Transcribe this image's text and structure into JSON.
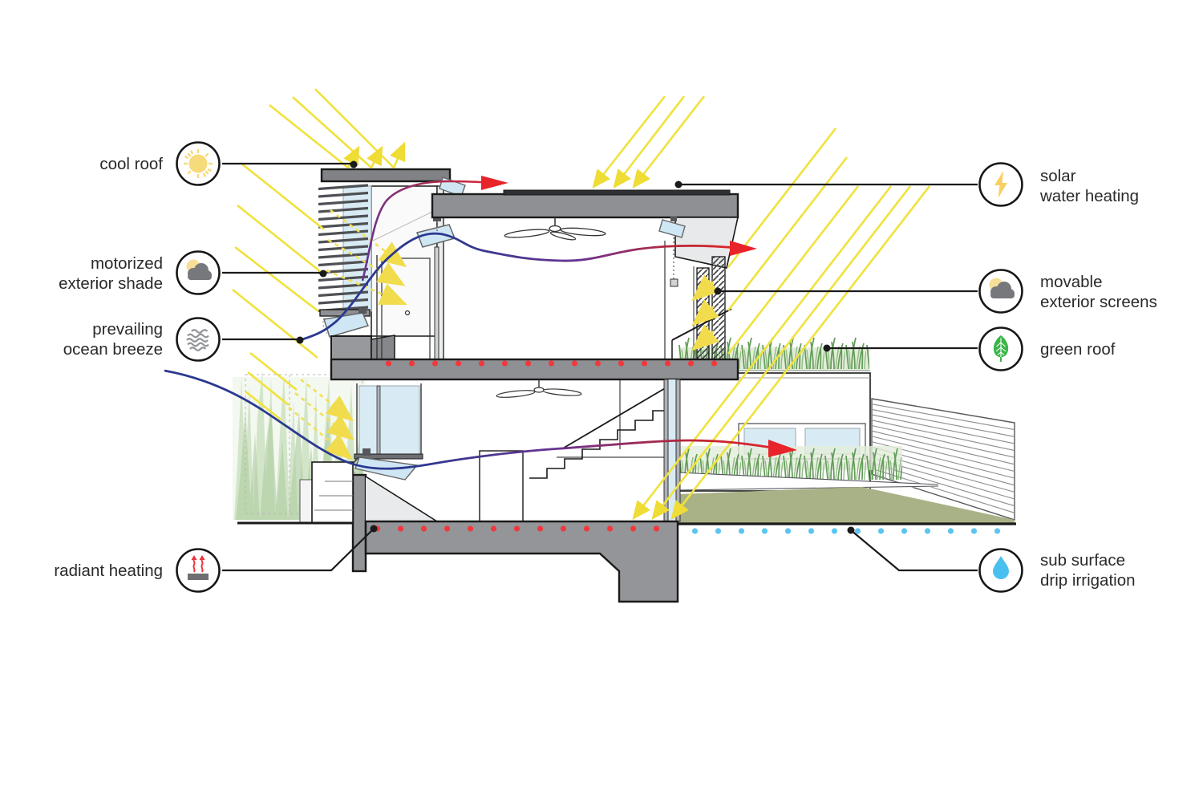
{
  "diagram": {
    "type": "architectural-section-sustainability-diagram",
    "background": "#FFFFFF",
    "callouts_left": [
      {
        "id": "cool-roof",
        "icon": "sun-icon",
        "lines": [
          "cool roof"
        ]
      },
      {
        "id": "motorized-exterior-shade",
        "icon": "sun-behind-cloud-icon",
        "lines": [
          "motorized",
          "exterior shade"
        ]
      },
      {
        "id": "prevailing-ocean-breeze",
        "icon": "breeze-waves-icon",
        "lines": [
          "prevailing",
          "ocean breeze"
        ]
      },
      {
        "id": "radiant-heating",
        "icon": "radiant-floor-icon",
        "lines": [
          "radiant heating"
        ]
      }
    ],
    "callouts_right": [
      {
        "id": "solar-water-heating",
        "icon": "lightning-bolt-icon",
        "lines": [
          "solar",
          "water heating"
        ]
      },
      {
        "id": "movable-exterior-screens",
        "icon": "sun-behind-cloud-icon",
        "lines": [
          "movable",
          "exterior screens"
        ]
      },
      {
        "id": "green-roof",
        "icon": "leaf-icon",
        "lines": [
          "green roof"
        ]
      },
      {
        "id": "sub-surface-drip-irrigation",
        "icon": "water-drop-icon",
        "lines": [
          "sub surface",
          "drip irrigation"
        ]
      }
    ],
    "colors": {
      "sun_ray": "#F0E23C",
      "heat_flow_red": "#E8232A",
      "cool_breeze_blue": "#2B3990",
      "mixed_air_purple": "#6A3391",
      "irrigation_dots": "#5BC5F2",
      "radiant_dots": "#F1383D",
      "lawn_green": "#A9B287",
      "leaf_green": "#3BB54A",
      "water_drop_blue": "#4AC0EF",
      "icon_sun_yellow": "#F7DA79",
      "icon_cloud_gray": "#77787B",
      "concrete_gray": "#8E9093",
      "glass_blue": "#D8EBF5"
    }
  }
}
